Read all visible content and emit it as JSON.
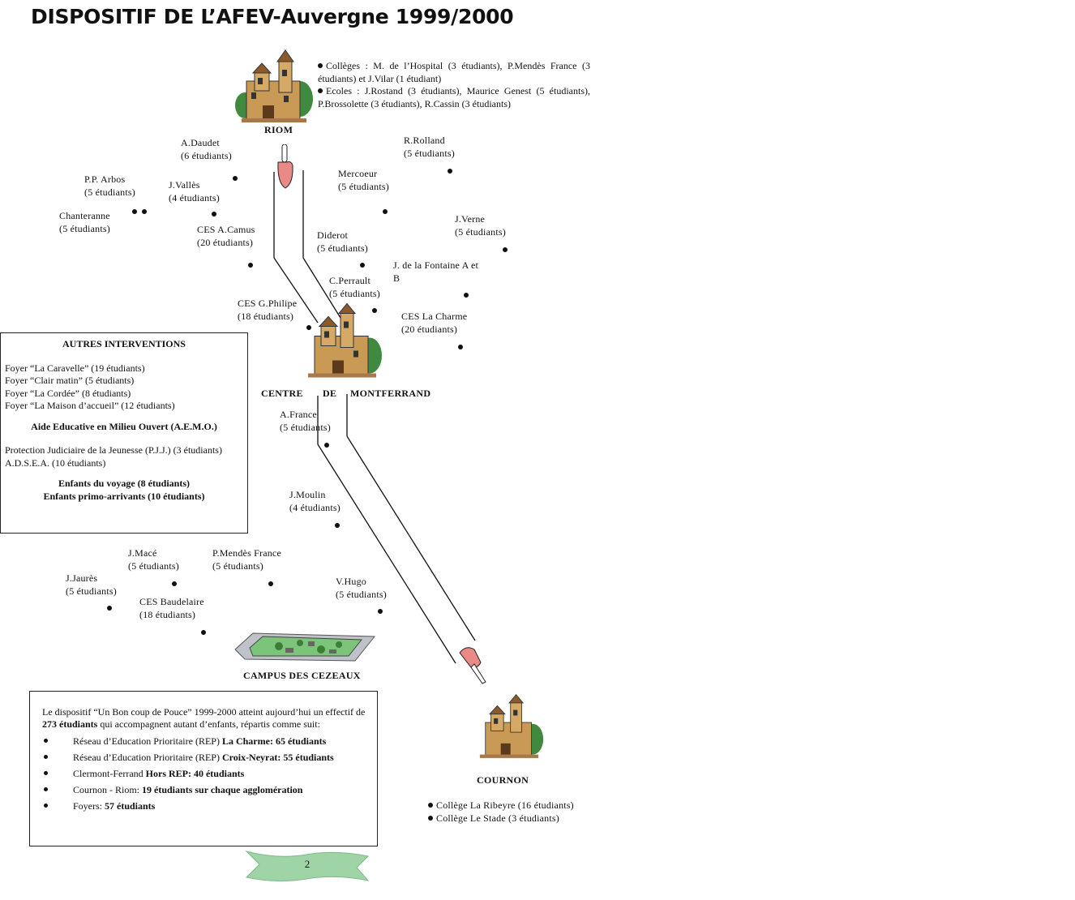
{
  "title": "DISPOSITIF DE L’AFEV-Auvergne 1999/2000",
  "towns": {
    "riom": "RIOM",
    "centre": [
      "CENTRE",
      "DE",
      "MONTFERRAND"
    ],
    "cournon": "COURNON",
    "campus": "CAMPUS DES CEZEAUX"
  },
  "riom_info": {
    "line1": "Collèges : M. de l’Hospital (3 étudiants), P.Mendès France (3 étudiants) et J.Vilar (1 étudiant)",
    "line2": "Ecoles : J.Rostand (3 étudiants), Maurice Genest (5 étudiants), P.Brossolette (3 étudiants), R.Cassin (3 étudiants)"
  },
  "schools": [
    {
      "name": "A.Daudet",
      "count": "(6 étudiants)"
    },
    {
      "name": "R.Rolland",
      "count": "(5 étudiants)"
    },
    {
      "name": "P.P. Arbos",
      "count": "(5 étudiants)"
    },
    {
      "name": "J.Vallès",
      "count": "(4 étudiants)"
    },
    {
      "name": "Mercoeur",
      "count": "(5 étudiants)"
    },
    {
      "name": "Chanteranne",
      "count": "(5 étudiants)"
    },
    {
      "name": "J.Verne",
      "count": "(5 étudiants)"
    },
    {
      "name": "CES A.Camus",
      "count": "(20 étudiants)"
    },
    {
      "name": "Diderot",
      "count": "(5 étudiants)"
    },
    {
      "name": "J. de la Fontaine A et",
      "count": "B"
    },
    {
      "name": "C.Perrault",
      "count": "(5 étudiants)"
    },
    {
      "name": "CES G.Philipe",
      "count": "(18 étudiants)"
    },
    {
      "name": "CES La Charme",
      "count": "(20 étudiants)"
    },
    {
      "name": "A.France",
      "count": "(5 étudiants)"
    },
    {
      "name": "J.Moulin",
      "count": "(4 étudiants)"
    },
    {
      "name": "J.Macé",
      "count": "(5 étudiants)"
    },
    {
      "name": "P.Mendès France",
      "count": "(5 étudiants)"
    },
    {
      "name": "J.Jaurès",
      "count": "(5 étudiants)"
    },
    {
      "name": "V.Hugo",
      "count": "(5 étudiants)"
    },
    {
      "name": "CES Baudelaire",
      "count": "(18 étudiants)"
    }
  ],
  "autres": {
    "heading": "AUTRES INTERVENTIONS",
    "foyers": [
      "Foyer “La Caravelle” (19 étudiants)",
      "Foyer “Clair matin” (5 étudiants)",
      "Foyer “La Cordée” (8 étudiants)",
      "Foyer “La Maison d’accueil” (12 étudiants)"
    ],
    "aemo": "Aide Educative en Milieu Ouvert (A.E.M.O.)",
    "pjj": "Protection Judiciaire de la Jeunesse (P.J.J.) (3 étudiants)",
    "adsea": "A.D.S.E.A. (10 étudiants)",
    "voyage": "Enfants du voyage (8 étudiants)",
    "primo": "Enfants primo-arrivants (10 étudiants)"
  },
  "summary": {
    "intro_a": "Le dispositif “Un Bon coup de Pouce” 1999-2000 atteint aujourd’hui un effectif de ",
    "intro_b": "273 étudiants",
    "intro_c": " qui accompagnent autant d’enfants, répartis comme suit:",
    "items": [
      {
        "text": "Réseau d’Education Prioritaire (REP) ",
        "bold": "La Charme: 65 étudiants"
      },
      {
        "text": "Réseau d’Education Prioritaire (REP) ",
        "bold": "Croix-Neyrat: 55 étudiants"
      },
      {
        "text": "Clermont-Ferrand ",
        "bold": "Hors REP: 40 étudiants"
      },
      {
        "text": "Cournon - Riom: ",
        "bold": "19 étudiants sur chaque agglomération"
      },
      {
        "text": "Foyers: ",
        "bold": "57 étudiants"
      }
    ]
  },
  "cournon_list": [
    "Collège La Ribeyre (16 étudiants)",
    "Collège Le Stade (3 étudiants)"
  ],
  "page_number": "2",
  "colors": {
    "banner": "#9fd5a6",
    "hand": "#e98a86",
    "castle": "#c89a55",
    "tree": "#3f8a3f"
  },
  "icons": [
    "castle-icon",
    "pointing-hand-icon",
    "campus-map-icon",
    "ribbon-banner-icon"
  ]
}
